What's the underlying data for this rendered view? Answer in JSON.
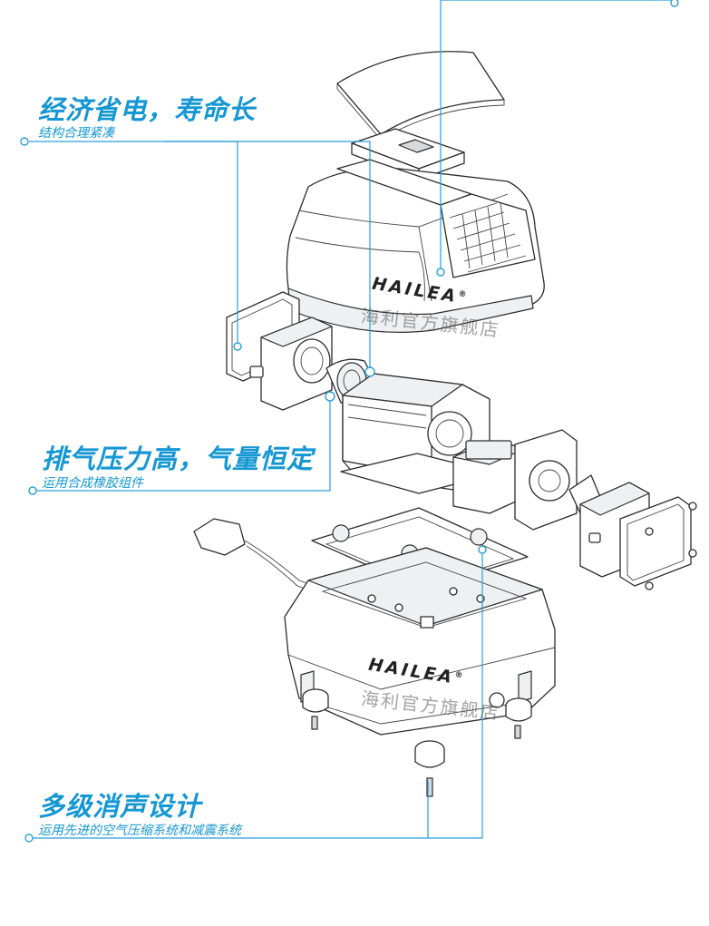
{
  "callouts": [
    {
      "title": "经济省电，寿命长",
      "subtitle": "结构合理紧凑"
    },
    {
      "title": "排气压力高，气量恒定",
      "subtitle": "运用合成橡胶组件"
    },
    {
      "title": "多级消声设计",
      "subtitle": "运用先进的空气压缩系统和减震系统"
    }
  ],
  "brand": {
    "name": "HAILEA",
    "mark": "®"
  },
  "watermark": "海利官方旗舰店",
  "colors": {
    "accent": "#1597d4",
    "line": "#2c2c2c"
  }
}
